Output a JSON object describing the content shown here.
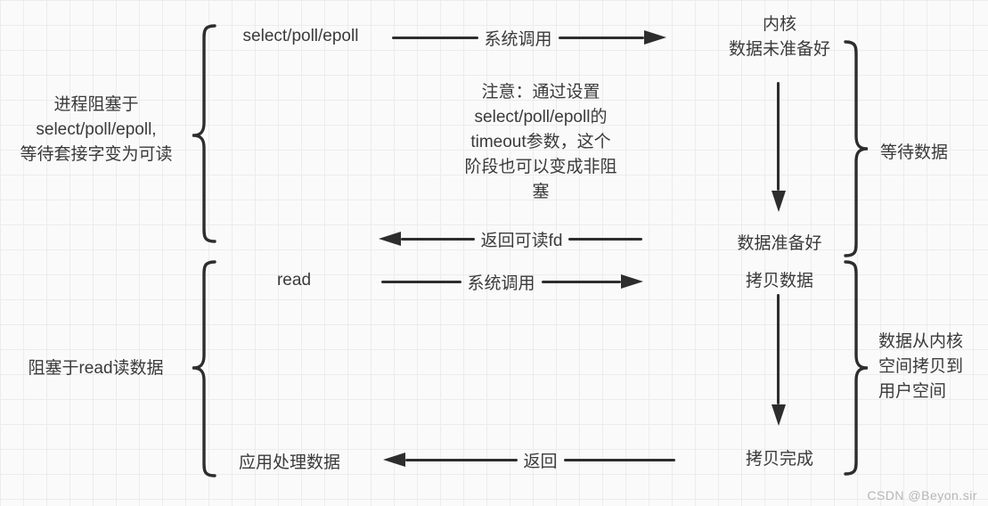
{
  "colors": {
    "ink": "#2d2d2d",
    "text": "#3a3a3a",
    "grid_line": "#ececec",
    "background": "#fafafa",
    "watermark": "#b5b5b5"
  },
  "left_labels": {
    "select_block": {
      "lines": [
        "进程阻塞于",
        "select/poll/epoll,",
        "等待套接字变为可读"
      ]
    },
    "read_block": "阻塞于read读数据"
  },
  "top_flow": {
    "call_label": "select/poll/epoll",
    "syscall_arrow_label": "系统调用",
    "kernel_state": {
      "lines": [
        "内核",
        "数据未准备好"
      ]
    },
    "wait_data_label": "等待数据",
    "return_fd_arrow_label": "返回可读fd",
    "data_ready_label": "数据准备好"
  },
  "note": {
    "lines": [
      "注意：通过设置",
      "select/poll/epoll的",
      "timeout参数，这个",
      "阶段也可以变成非阻",
      "塞"
    ]
  },
  "read_flow": {
    "call_label": "read",
    "syscall_arrow_label": "系统调用",
    "copy_data_label": "拷贝数据",
    "copy_done_label": "拷贝完成",
    "return_arrow_label": "返回",
    "app_process_label": "应用处理数据",
    "copy_block": {
      "lines": [
        "数据从内核",
        "空间拷贝到",
        "用户空间"
      ]
    }
  },
  "watermark": "CSDN @Beyon.sir"
}
